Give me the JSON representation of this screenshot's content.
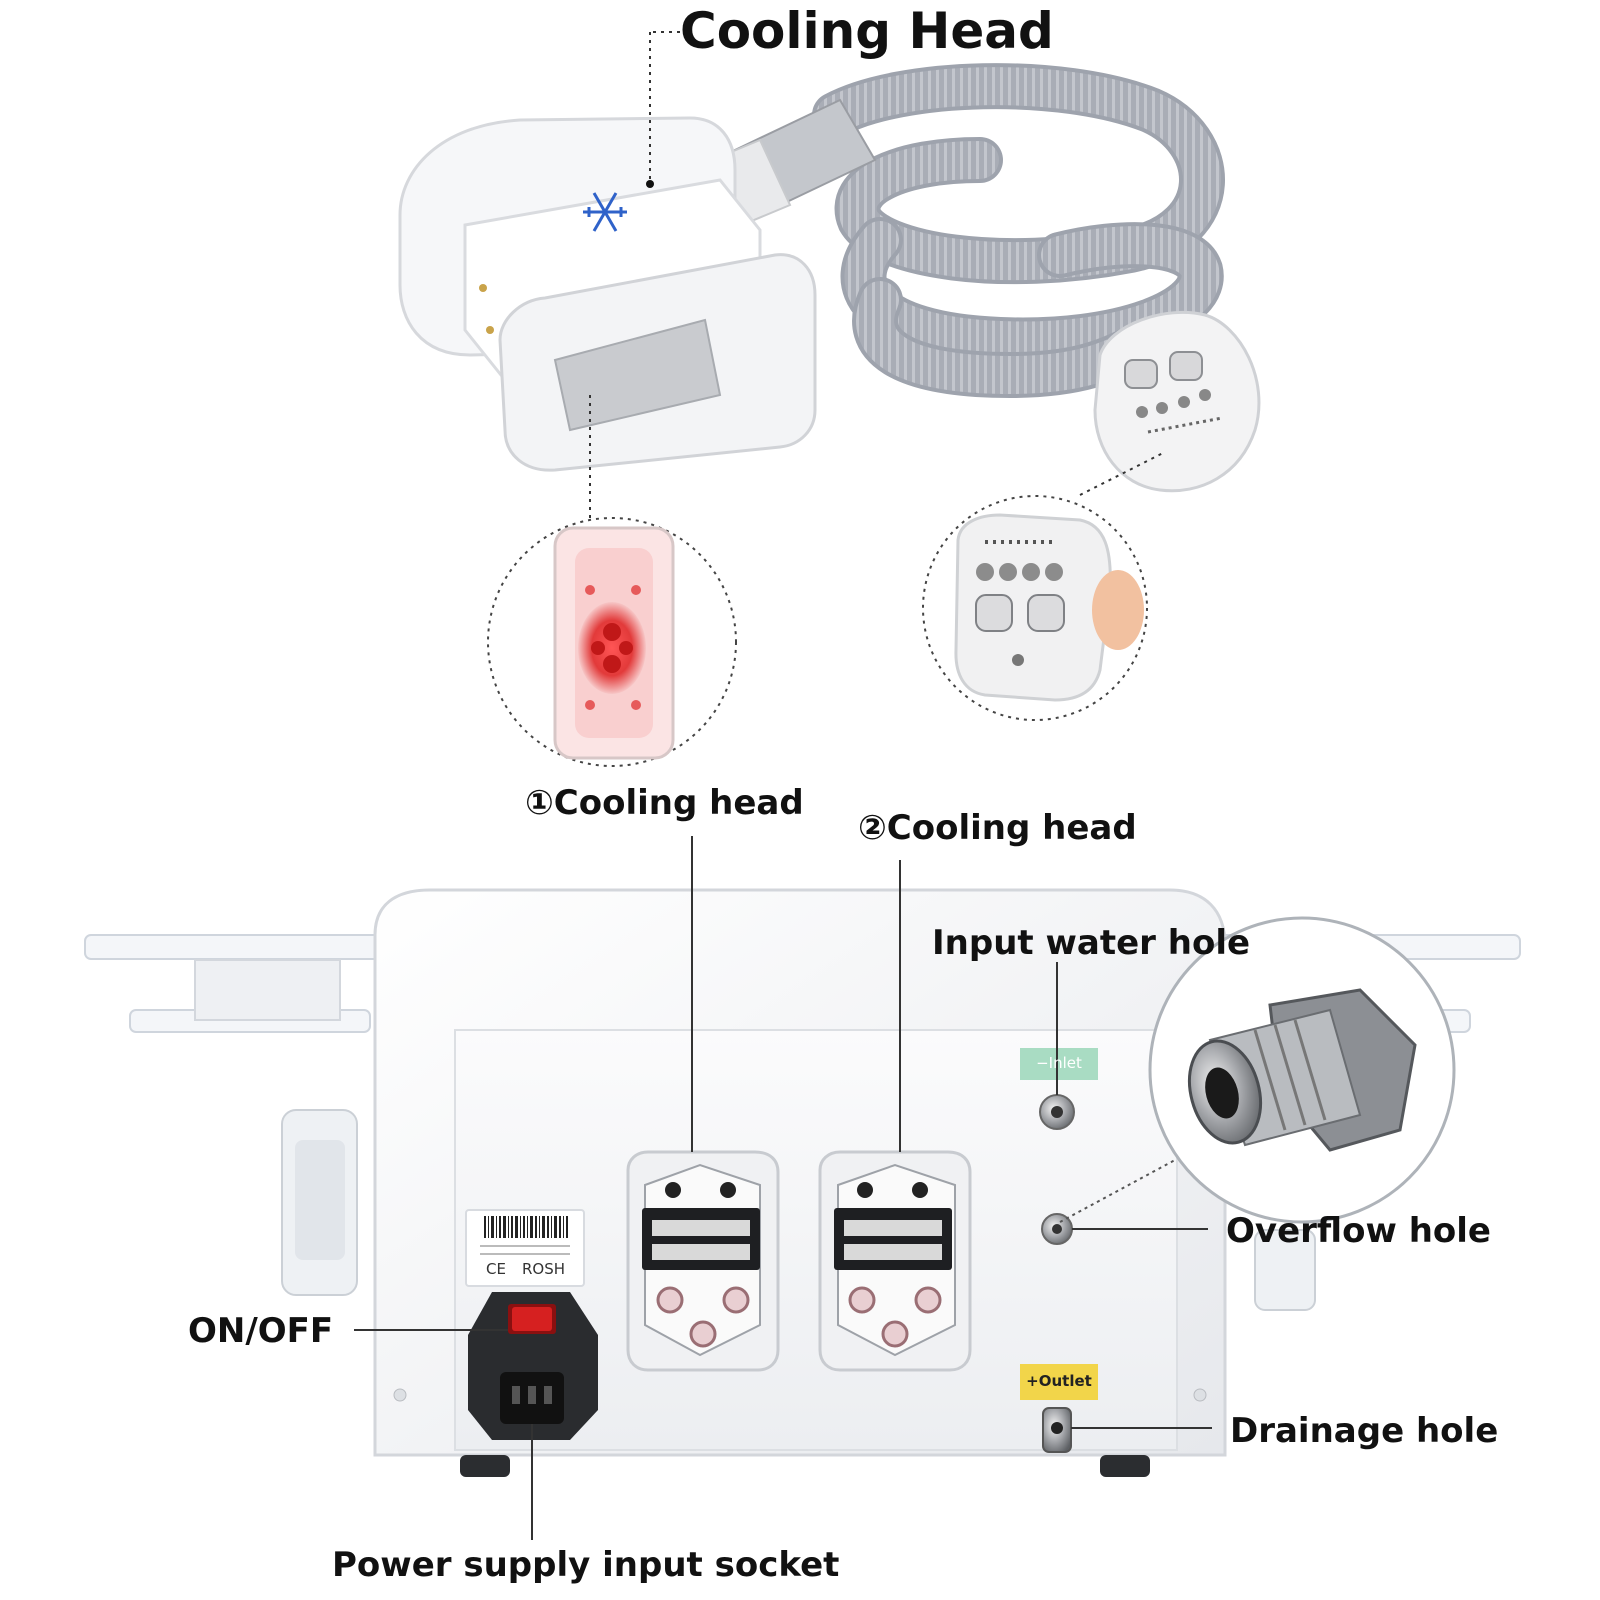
{
  "labels": {
    "main_title": "Cooling Head",
    "cooling_head_1": "①Cooling head",
    "cooling_head_2": "②Cooling head",
    "input_water_hole": "Input water hole",
    "overflow_hole": "Overflow hole",
    "on_off": "ON/OFF",
    "drainage_hole": "Drainage hole",
    "power_supply_socket": "Power supply input socket"
  },
  "device_stickers": {
    "inlet": "−Inlet",
    "outlet": "+Outlet",
    "ce": "CE",
    "rosh": "ROSH"
  },
  "colors": {
    "device_body": "#f4f5f7",
    "hose": "#a9adb6",
    "inlet_sticker": "#a9dcc3",
    "outlet_sticker": "#f2d54a",
    "power_switch": "#d62020",
    "led_glow": "#e23a3a",
    "callout_line": "#333333"
  },
  "icons": [
    "snowflake-icon"
  ]
}
